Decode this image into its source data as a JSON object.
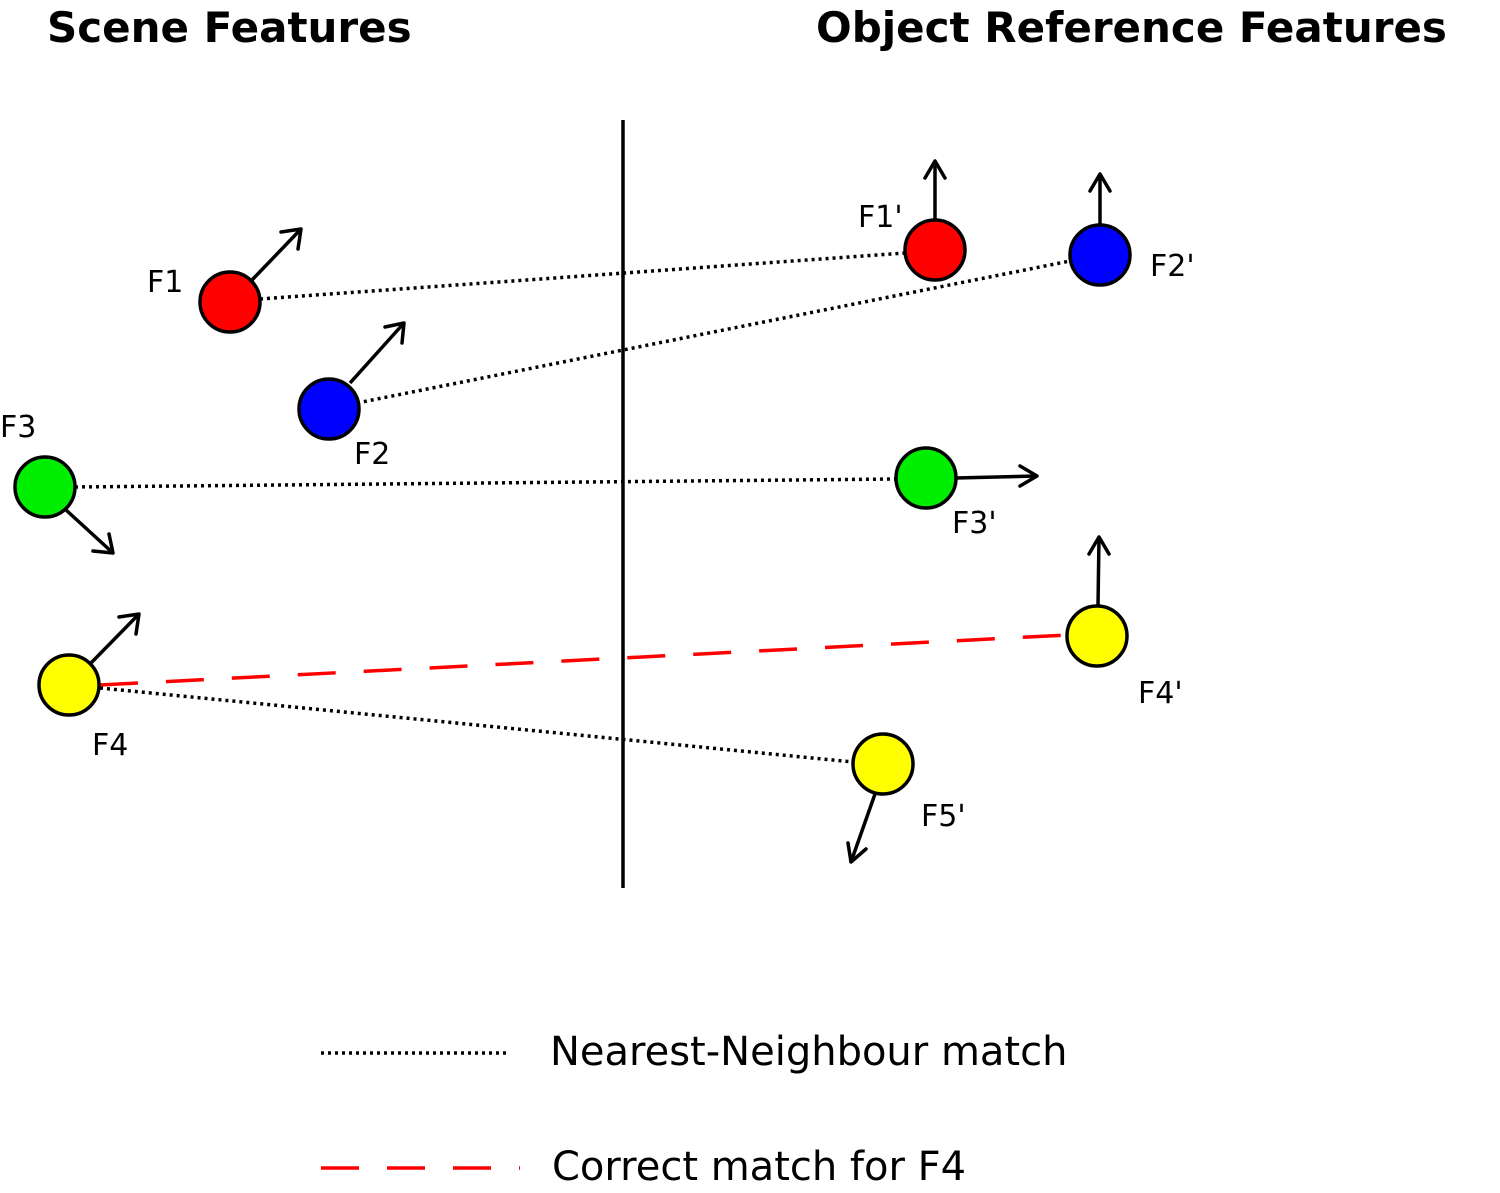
{
  "headings": {
    "scene": "Scene Features",
    "object": "Object Reference Features"
  },
  "features": {
    "F1": {
      "label": "F1",
      "color": "#ff0000"
    },
    "F2": {
      "label": "F2",
      "color": "#0000ff"
    },
    "F3": {
      "label": "F3",
      "color": "#00ee00"
    },
    "F4": {
      "label": "F4",
      "color": "#ffff00"
    },
    "F1p": {
      "label": "F1'",
      "color": "#ff0000"
    },
    "F2p": {
      "label": "F2'",
      "color": "#0000ff"
    },
    "F3p": {
      "label": "F3'",
      "color": "#00ee00"
    },
    "F4p": {
      "label": "F4'",
      "color": "#ffff00"
    },
    "F5p": {
      "label": "F5'",
      "color": "#ffff00"
    }
  },
  "legend": {
    "nn": "Nearest-Neighbour match",
    "correct": "Correct match for F4"
  }
}
